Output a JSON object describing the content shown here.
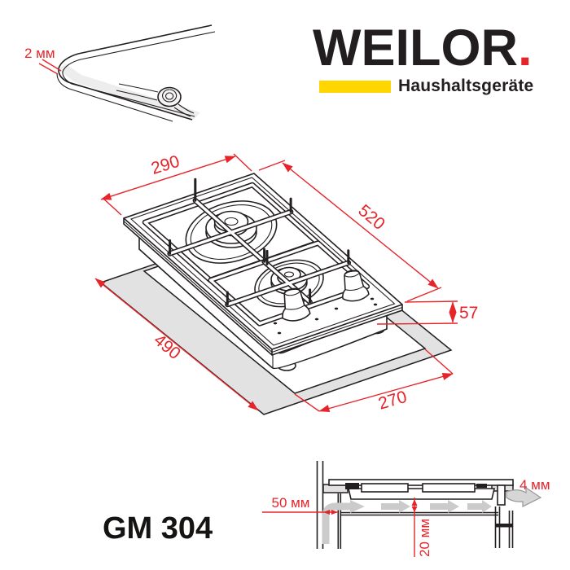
{
  "brand": {
    "wordmark": "WEILOR",
    "dot": ".",
    "tagline": "Haushaltsgeräte"
  },
  "colors": {
    "accent_red": "#e6252b",
    "accent_yellow": "#ffd600",
    "ink": "#231f20",
    "cutout_gray": "#e2e2e2"
  },
  "model_label": "GM 304",
  "edge_detail": {
    "dim_label": "2 мм"
  },
  "installation_drawing": {
    "dims": {
      "hob_width": "290",
      "hob_length": "520",
      "hob_height": "57",
      "cutout_length": "490",
      "cutout_width": "270"
    }
  },
  "clearance_section": {
    "dims": {
      "rear_wall_clearance": "50 мм",
      "under_clearance": "20 мм",
      "vent_gap": "4 мм"
    }
  }
}
